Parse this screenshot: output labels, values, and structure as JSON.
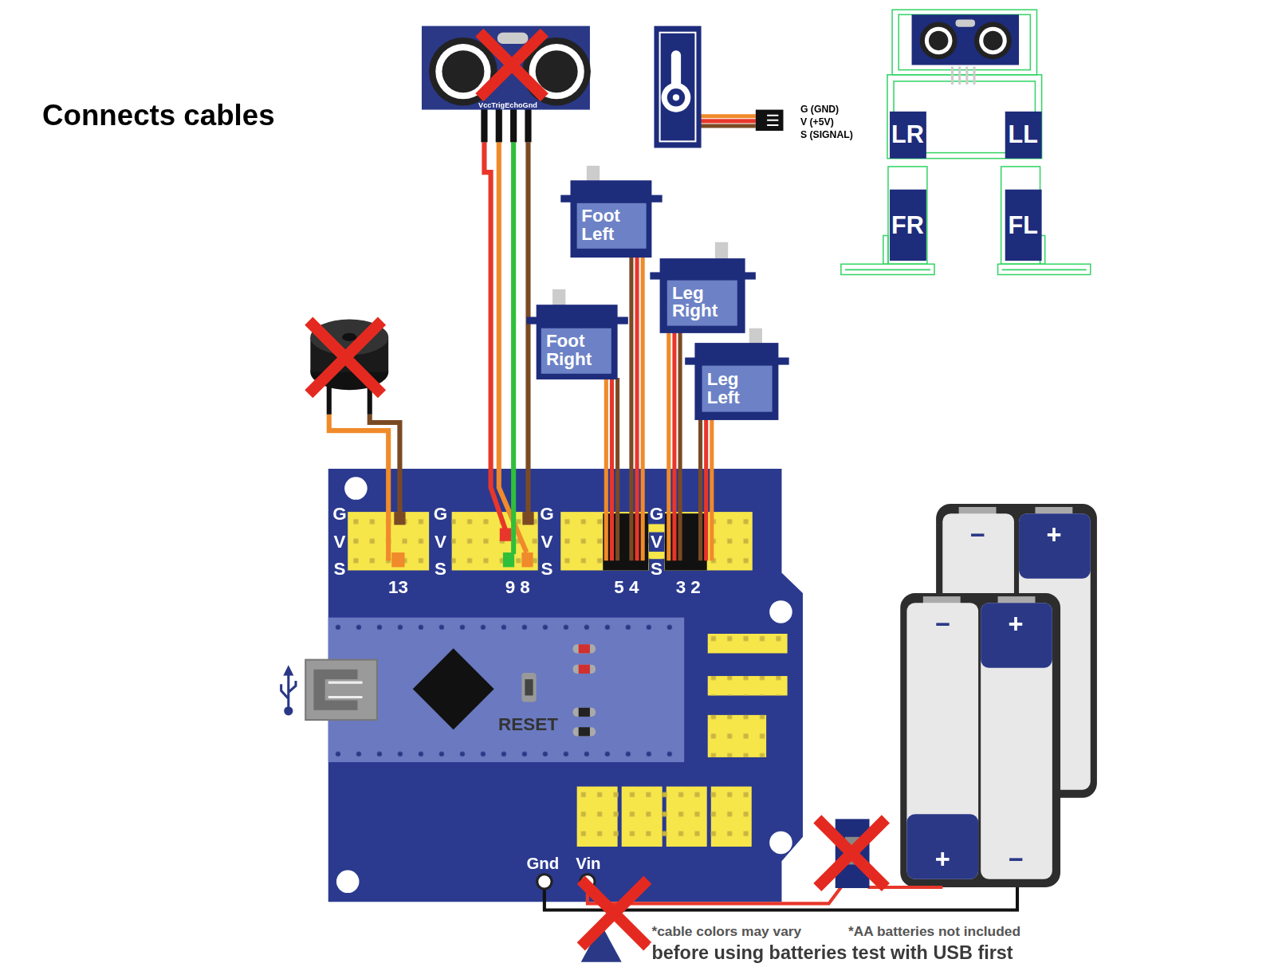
{
  "diagram": {
    "title": "Connects cables",
    "nodes": [
      {
        "text": [
          "LR"
        ]
      },
      {
        "text": [
          "LL"
        ]
      },
      {
        "text": [
          "Foot Left"
        ]
      },
      {
        "text": [
          "FR"
        ]
      },
      {
        "text": [
          "FL"
        ]
      },
      {
        "text": [
          "Leg Right"
        ]
      },
      {
        "text": [
          "Foot Right"
        ]
      },
      {
        "text": [
          "Leg Left"
        ]
      }
    ],
    "labels": [
      "VccTrigEchoGnd",
      "G (GND)",
      "V (+5V)",
      "S (SIGNAL)",
      "G",
      "V",
      "S",
      "G",
      "V",
      "S",
      "G",
      "V",
      "S",
      "G",
      "V",
      "S",
      "13",
      "9 8",
      "5 4",
      "3 2",
      "RESET",
      "−",
      "+",
      "−",
      "+",
      "+",
      "−",
      "Gnd",
      "Vin",
      "*cable colors may vary",
      "*AA batteries not included",
      "before using batteries test with USB first"
    ]
  }
}
